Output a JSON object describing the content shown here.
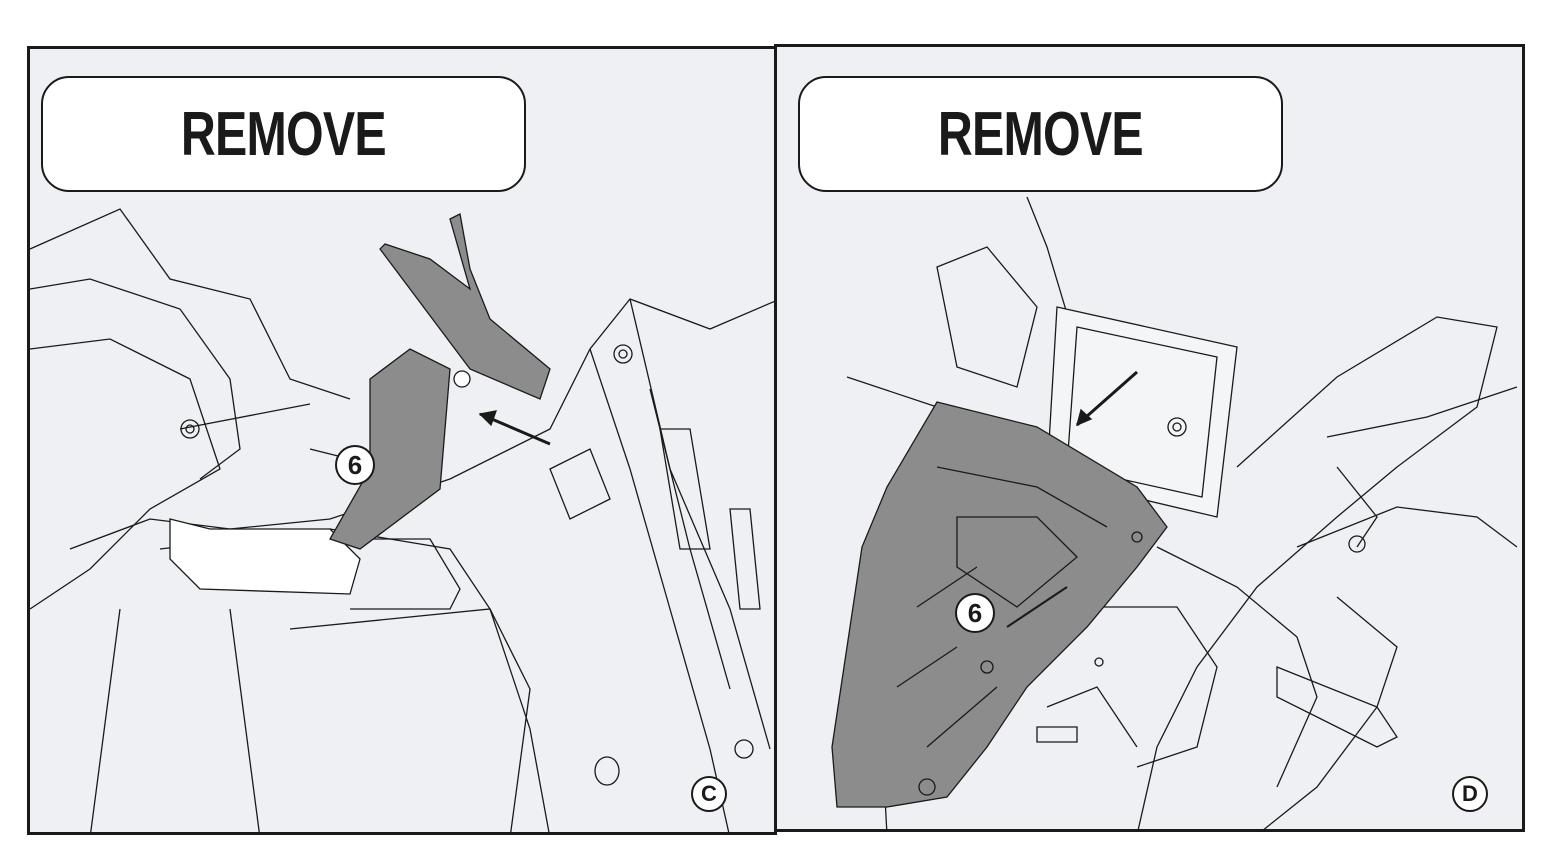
{
  "panels": [
    {
      "id": "C",
      "title": "REMOVE",
      "step_label": "C",
      "part_number": "6"
    },
    {
      "id": "D",
      "title": "REMOVE",
      "step_label": "D",
      "part_number": "6"
    }
  ],
  "colors": {
    "part_fill": "#8c8c8c",
    "line": "#1a1a1a",
    "background": "#eef0f3"
  }
}
